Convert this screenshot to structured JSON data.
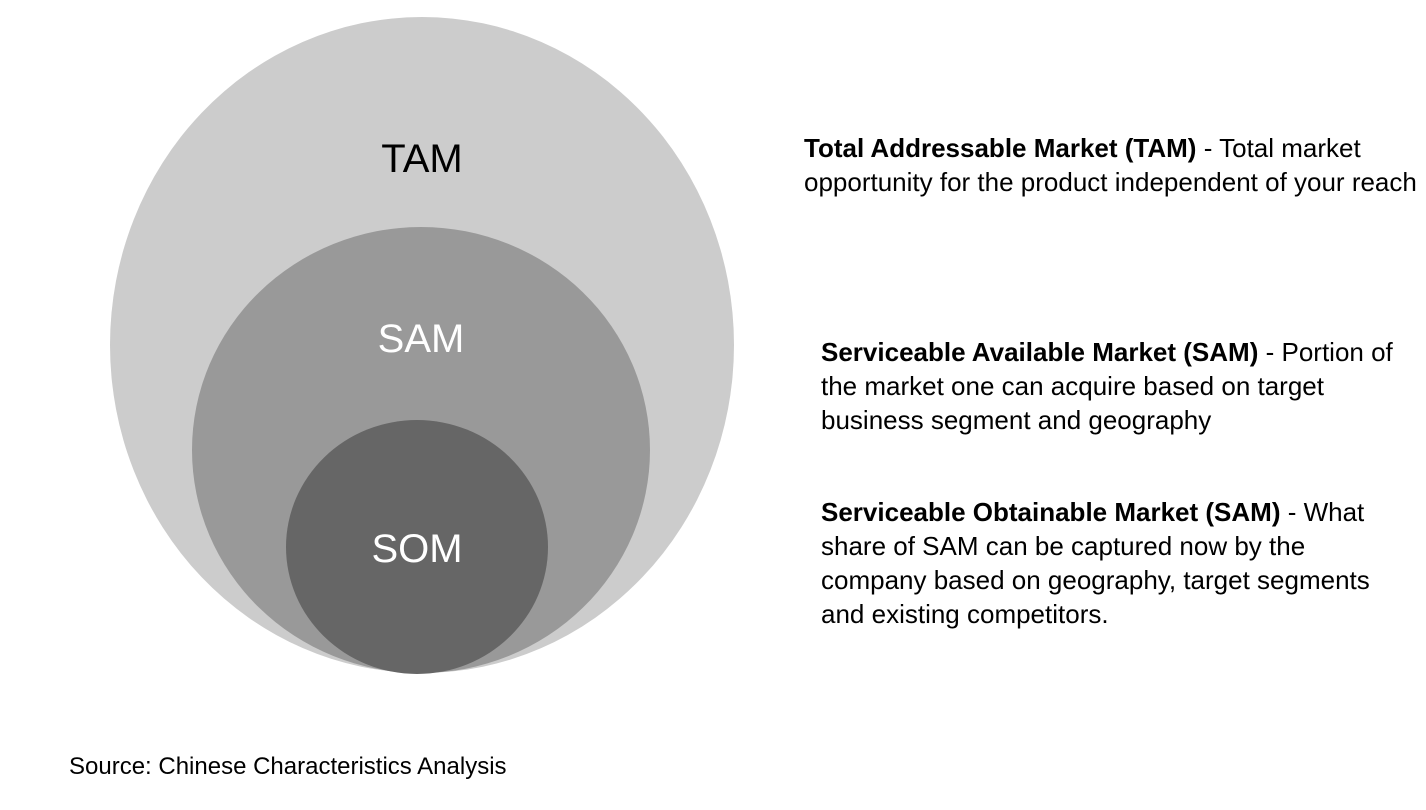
{
  "colors": {
    "tam_fill": "#cccccc",
    "sam_fill": "#999999",
    "som_fill": "#666666",
    "tam_label": "#000000",
    "inner_label": "#ffffff"
  },
  "circles": {
    "tam": {
      "label": "TAM"
    },
    "sam": {
      "label": "SAM"
    },
    "som": {
      "label": "SOM"
    }
  },
  "descriptions": {
    "tam": {
      "term": "Total Addressable Market (TAM)",
      "text": " - Total market opportunity for the product independent of your reach"
    },
    "sam": {
      "term": "Serviceable Available Market (SAM)",
      "text": " - Portion of the market one can acquire based on target business segment and geography"
    },
    "som": {
      "term": "Serviceable Obtainable Market (SAM)",
      "text": " - What share of SAM can be captured now by the company based on geography, target segments and existing competitors."
    }
  },
  "source": "Source: Chinese Characteristics Analysis"
}
